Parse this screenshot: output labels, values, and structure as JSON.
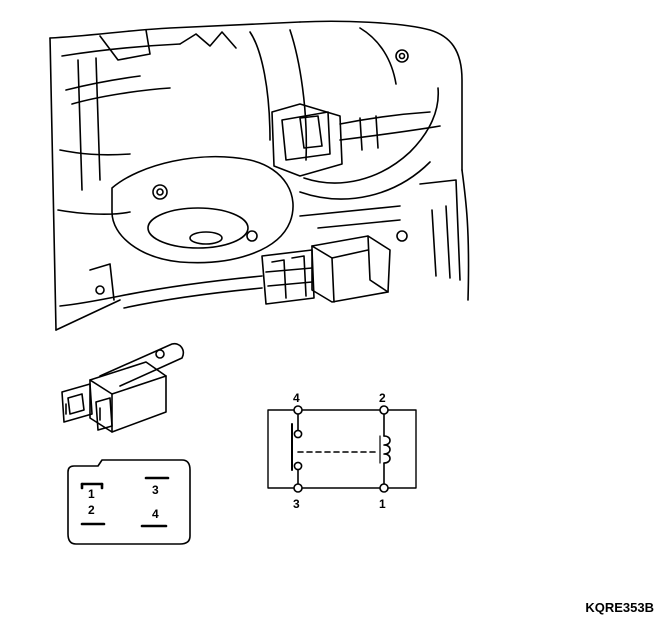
{
  "figure_ref": "KQRE353B",
  "terminal_view": {
    "pins": [
      "1",
      "2",
      "3",
      "4"
    ]
  },
  "circuit": {
    "terminals": [
      "4",
      "2",
      "3",
      "1"
    ]
  }
}
